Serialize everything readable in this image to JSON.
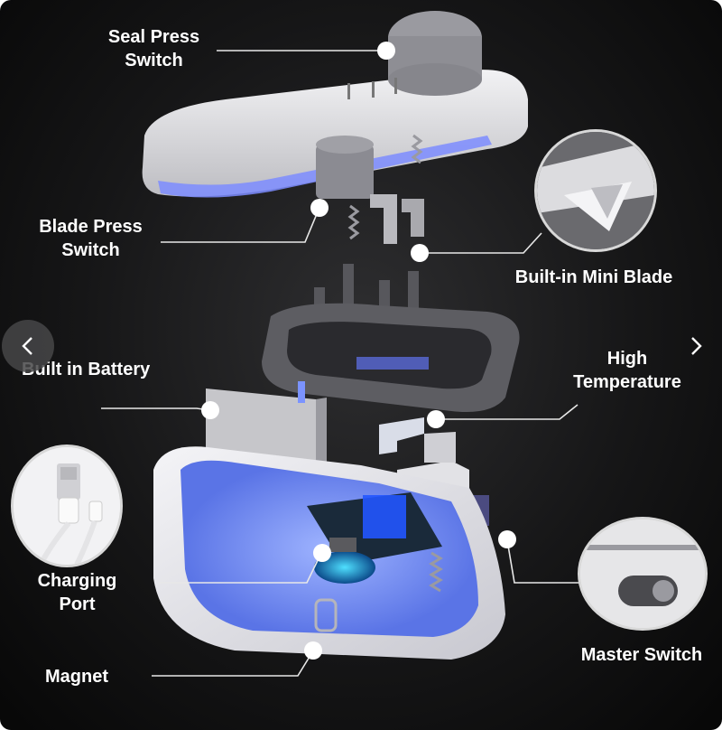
{
  "labels": {
    "seal_press": [
      "Seal Press",
      "Switch"
    ],
    "blade_press": [
      "Blade Press",
      "Switch"
    ],
    "mini_blade": "Built-in Mini Blade",
    "battery": "Built in Battery",
    "high_temp": [
      "High",
      "Temperature"
    ],
    "charging_port": [
      "Charging",
      "Port"
    ],
    "master_switch": "Master Switch",
    "magnet": "Magnet"
  },
  "nav": {
    "prev_icon": "chevron-left-icon",
    "next_icon": "chevron-right-icon"
  },
  "colors": {
    "text": "#ffffff",
    "glow": "#3a5cff",
    "plastic": "#e6e6ea",
    "dark_part": "#5a5a5e"
  }
}
